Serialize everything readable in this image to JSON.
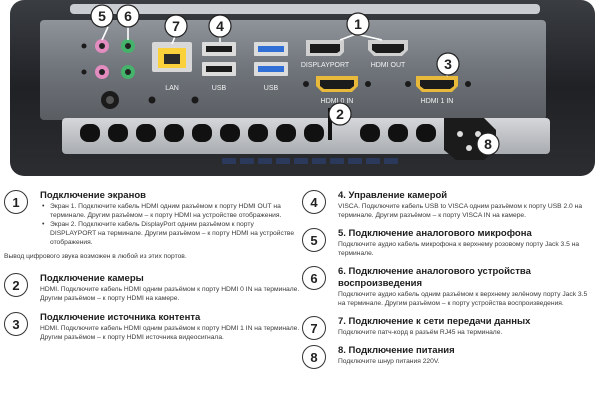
{
  "device": {
    "callouts": [
      "1",
      "2",
      "3",
      "4",
      "5",
      "6",
      "7",
      "8"
    ],
    "port_labels": {
      "displayport": "DISPLAYPORT",
      "hdmi_out": "HDMI OUT",
      "lan": "LAN",
      "usb_1": "USB",
      "usb_2": "USB",
      "hdmi_0_in": "HDMI 0 IN",
      "hdmi_1_in": "HDMI 1 IN"
    }
  },
  "sections": {
    "s1": {
      "number": "1",
      "title": "Подключение экранов",
      "bullets": [
        "Экран 1. Подключите кабель HDMI одним разъёмом к порту HDMI OUT на терминале. Другим разъёмом – к порту HDMI на устройстве отображения.",
        "Экран 2. Подключите кабель DisplayPort одним разъёмом к порту DISPLAYPORT на терминале. Другим разъёмом – к порту HDMI на устройстве отображения."
      ],
      "note": "Вывод цифрового звука возможен в любой из этих портов."
    },
    "s2": {
      "number": "2",
      "title": "Подключение камеры",
      "text": "HDMI. Подключите кабель HDMI одним разъёмом к порту HDMI 0 IN на терминале. Другим разъёмом – к порту HDMI на камере."
    },
    "s3": {
      "number": "3",
      "title": "Подключение источника контента",
      "text": "HDMI. Подключите кабель HDMI одним разъёмом к порту HDMI 1 IN на терминале. Другим разъёмом – к порту HDMI источника видеосигнала."
    },
    "s4": {
      "number": "4",
      "title": "4. Управление камерой",
      "text": "VISCA. Подключите кабель USB to VISCA одним разъёмом к порту USB 2.0 на терминале. Другим разъёмом – к порту VISCA IN на камере."
    },
    "s5": {
      "number": "5",
      "title": "5. Подключение аналогового микрофона",
      "text": "Подключите аудио кабель микрофона к верхнему розовому порту Jack 3.5 на терминале."
    },
    "s6": {
      "number": "6",
      "title": "6. Подключение аналогового устройства воспроизведения",
      "text": "Подключите аудио кабель одним разъёмом к верхнему зелёному порту Jack 3.5 на терминале. Другим разъёмом – к порту устройства воспроизведения."
    },
    "s7": {
      "number": "7",
      "title": "7. Подключение к сети передачи данных",
      "text": "Подключите патч-корд в разъём RJ45 на терминале."
    },
    "s8": {
      "number": "8",
      "title": "8. Подключение питания",
      "text": "Подключите шнур питания 220V."
    }
  }
}
